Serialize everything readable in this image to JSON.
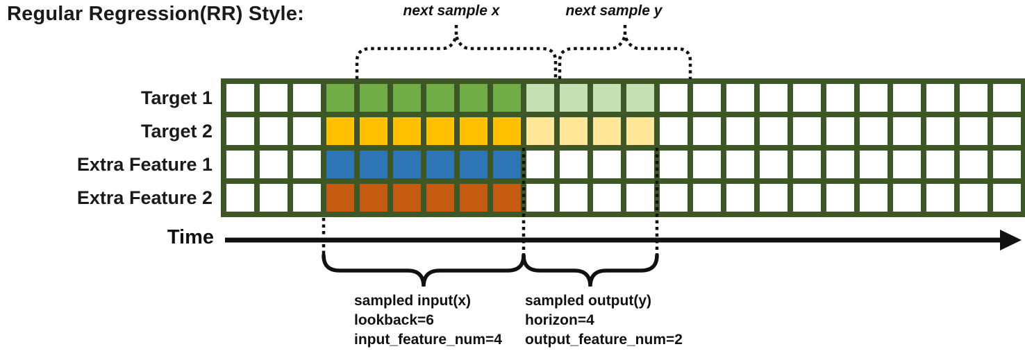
{
  "title": "Regular Regression(RR) Style:",
  "grid": {
    "total_columns": 24,
    "lead_empty_columns": 3,
    "lookback_columns": 6,
    "horizon_columns": 4,
    "border_color": "#3D5726",
    "empty_cell_color": "#FFFFFF",
    "rows": [
      {
        "label": "Target 1",
        "input_color": "#70AD47",
        "output_color": "#C5E0B4"
      },
      {
        "label": "Target 2",
        "input_color": "#FFC000",
        "output_color": "#FFE699"
      },
      {
        "label": "Extra Feature 1",
        "input_color": "#2E75B6",
        "output_color": null
      },
      {
        "label": "Extra Feature 2",
        "input_color": "#C55A11",
        "output_color": null
      }
    ]
  },
  "annotations": {
    "next_sample_x": "next sample x",
    "next_sample_y": "next sample y",
    "time_label": "Time",
    "input_block": {
      "line1": "sampled input(x)",
      "line2": "lookback=6",
      "line3": "input_feature_num=4"
    },
    "output_block": {
      "line1": "sampled output(y)",
      "line2": "horizon=4",
      "line3": "output_feature_num=2"
    }
  },
  "diagram_values": {
    "lookback": 6,
    "horizon": 4,
    "input_feature_num": 4,
    "output_feature_num": 2
  }
}
